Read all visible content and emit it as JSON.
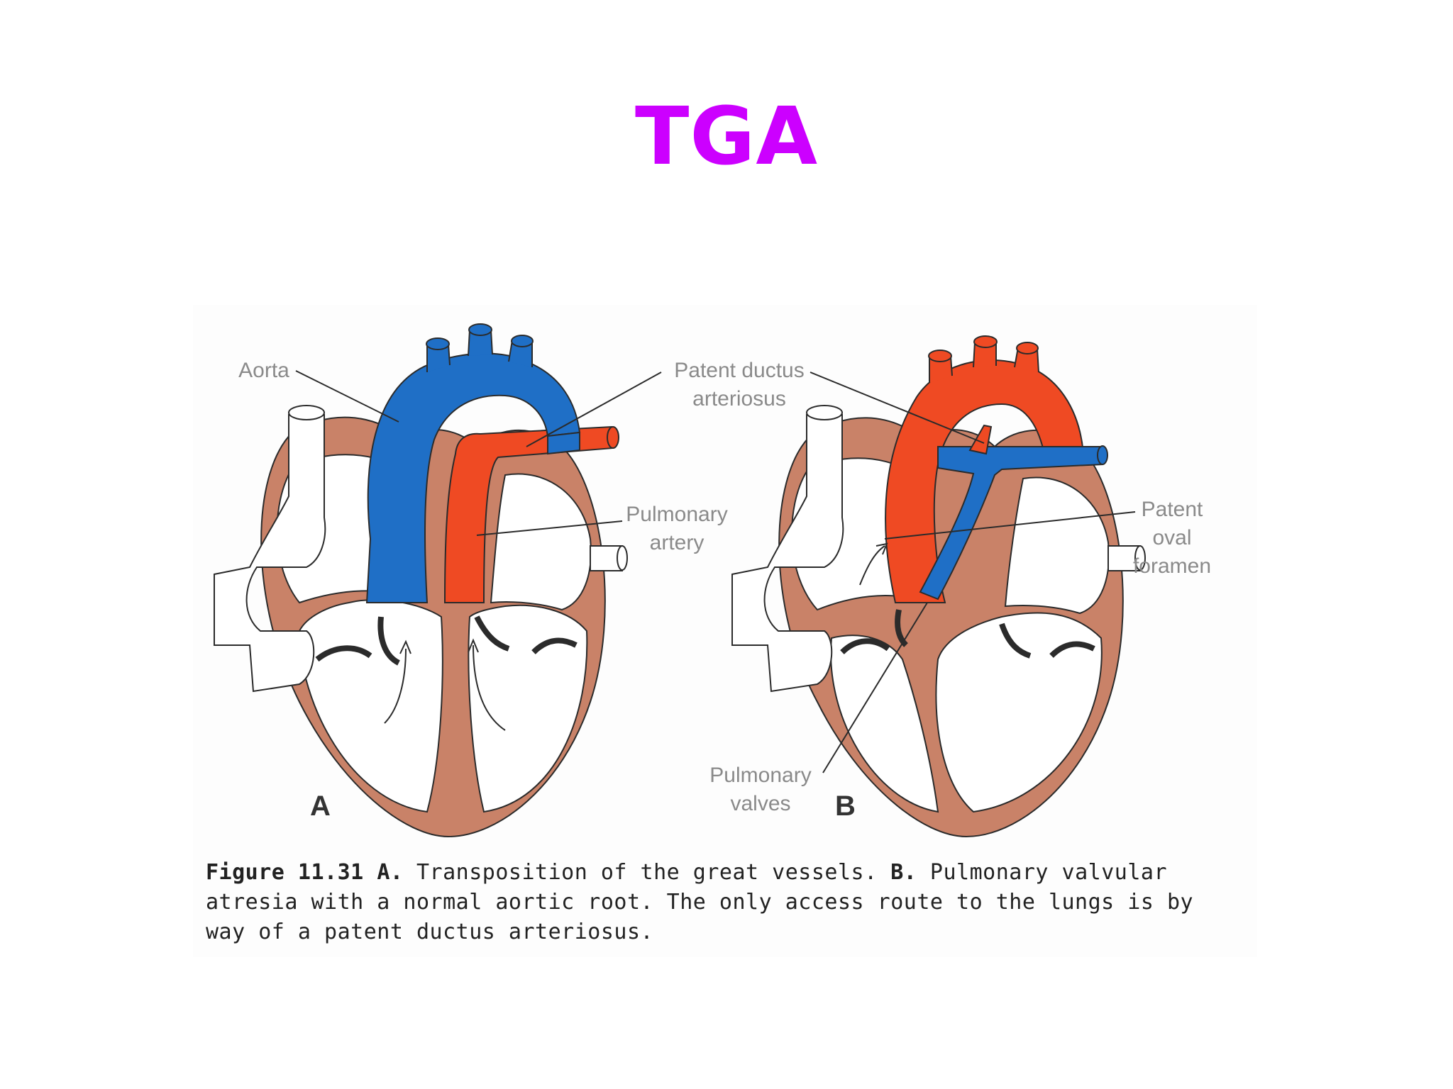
{
  "slide": {
    "title": "TGA",
    "title_color": "#cc00ff"
  },
  "figure": {
    "labels": {
      "aorta": "Aorta",
      "patent_ductus_line1": "Patent ductus",
      "patent_ductus_line2": "arteriosus",
      "pulmonary_artery_line1": "Pulmonary",
      "pulmonary_artery_line2": "artery",
      "patent_oval_line1": "Patent",
      "patent_oval_line2": "oval",
      "patent_oval_line3": "foramen",
      "pulmonary_valves_line1": "Pulmonary",
      "pulmonary_valves_line2": "valves"
    },
    "panel_a": "A",
    "panel_b": "B",
    "colors": {
      "oxygenated": "#ef4a23",
      "deoxygenated": "#1f6fc6",
      "myocardium": "#c98268",
      "outline": "#2b2b2b"
    },
    "caption": {
      "fig_no": "Figure 11.31",
      "part_a_letter": "A.",
      "part_a_text": " Transposition of the great vessels. ",
      "part_b_letter": "B.",
      "part_b_text": " Pulmonary valvular atresia with a normal aortic root. The only access route to the lungs is by way of a patent ductus arteriosus."
    }
  }
}
